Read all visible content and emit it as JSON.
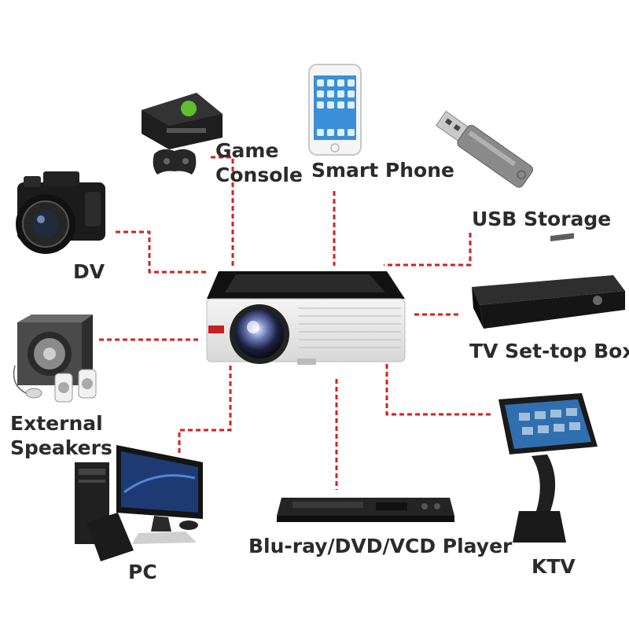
{
  "diagram": {
    "hub": {
      "name": "Projector",
      "icon": "projector-icon"
    },
    "colors": {
      "connector": "#d61f1f",
      "label": "#2b2b2b",
      "background": "#ffffff"
    },
    "devices": [
      {
        "id": "game-console",
        "lines": [
          "Game",
          "Console"
        ],
        "icon": "game-console-icon"
      },
      {
        "id": "smart-phone",
        "lines": [
          "Smart Phone"
        ],
        "icon": "smart-phone-icon"
      },
      {
        "id": "usb-storage",
        "lines": [
          "USB Storage"
        ],
        "icon": "usb-storage-icon"
      },
      {
        "id": "dv",
        "lines": [
          "DV"
        ],
        "icon": "camera-icon"
      },
      {
        "id": "tv-set-top-box",
        "lines": [
          "TV Set-top Box"
        ],
        "icon": "set-top-box-icon"
      },
      {
        "id": "external-speakers",
        "lines": [
          "External",
          "Speakers"
        ],
        "icon": "speakers-icon"
      },
      {
        "id": "ktv",
        "lines": [
          "KTV"
        ],
        "icon": "ktv-icon"
      },
      {
        "id": "pc",
        "lines": [
          "PC"
        ],
        "icon": "pc-icon"
      },
      {
        "id": "player",
        "lines": [
          "Blu-ray/DVD/VCD Player"
        ],
        "icon": "disc-player-icon"
      }
    ]
  }
}
